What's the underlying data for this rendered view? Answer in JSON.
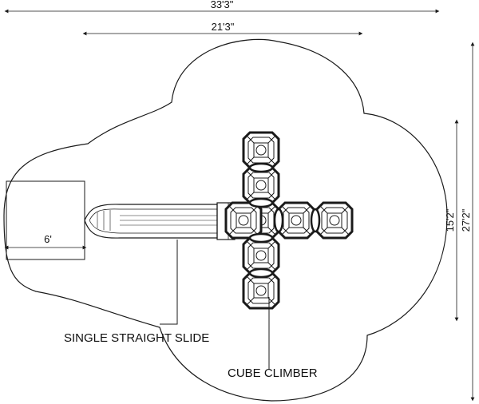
{
  "dimensions": {
    "overall_width": "33'3\"",
    "equipment_width": "21'3\"",
    "equipment_depth": "15'2\"",
    "overall_depth": "27'2\"",
    "slide_runout": "6'"
  },
  "labels": {
    "slide": "SINGLE STRAIGHT SLIDE",
    "climber": "CUBE CLIMBER"
  },
  "colors": {
    "line": "#1a1a1a",
    "cell_fill": "#ffffff"
  }
}
